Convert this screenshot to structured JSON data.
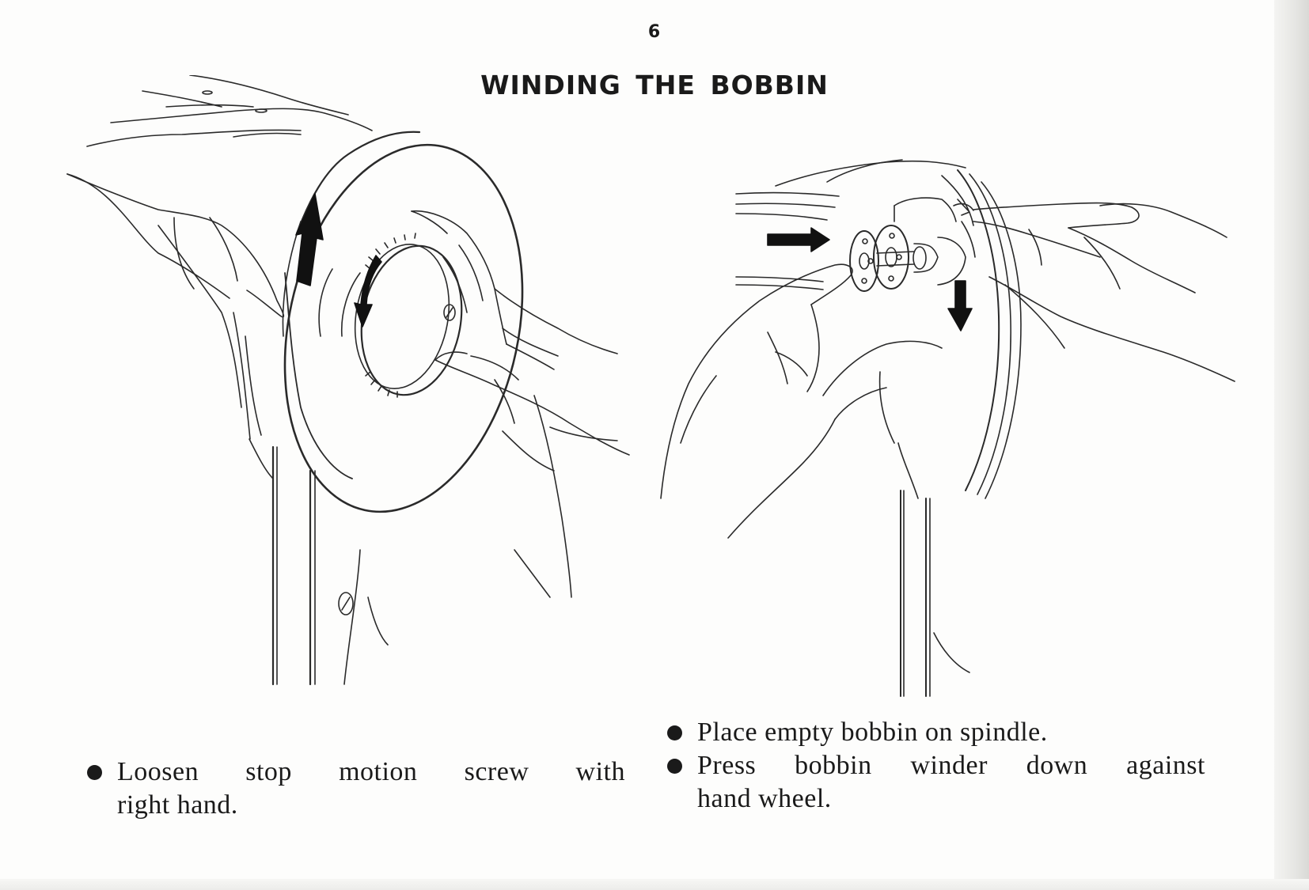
{
  "page": {
    "number": "6",
    "heading": "WINDING THE BOBBIN"
  },
  "instructions": {
    "left": [
      {
        "line1": "Loosen stop motion screw with",
        "line2": "right hand."
      }
    ],
    "right": [
      {
        "line1": "Place empty bobbin on spindle.",
        "line2": ""
      },
      {
        "line1": "Press bobbin winder down against",
        "line2": "hand wheel."
      }
    ]
  },
  "illustrations": {
    "left": "hand-wheel-with-stop-motion-screw",
    "right": "bobbin-on-winder-spindle"
  },
  "colors": {
    "ink": "#1a1a1a",
    "paper": "#fdfdfc"
  }
}
